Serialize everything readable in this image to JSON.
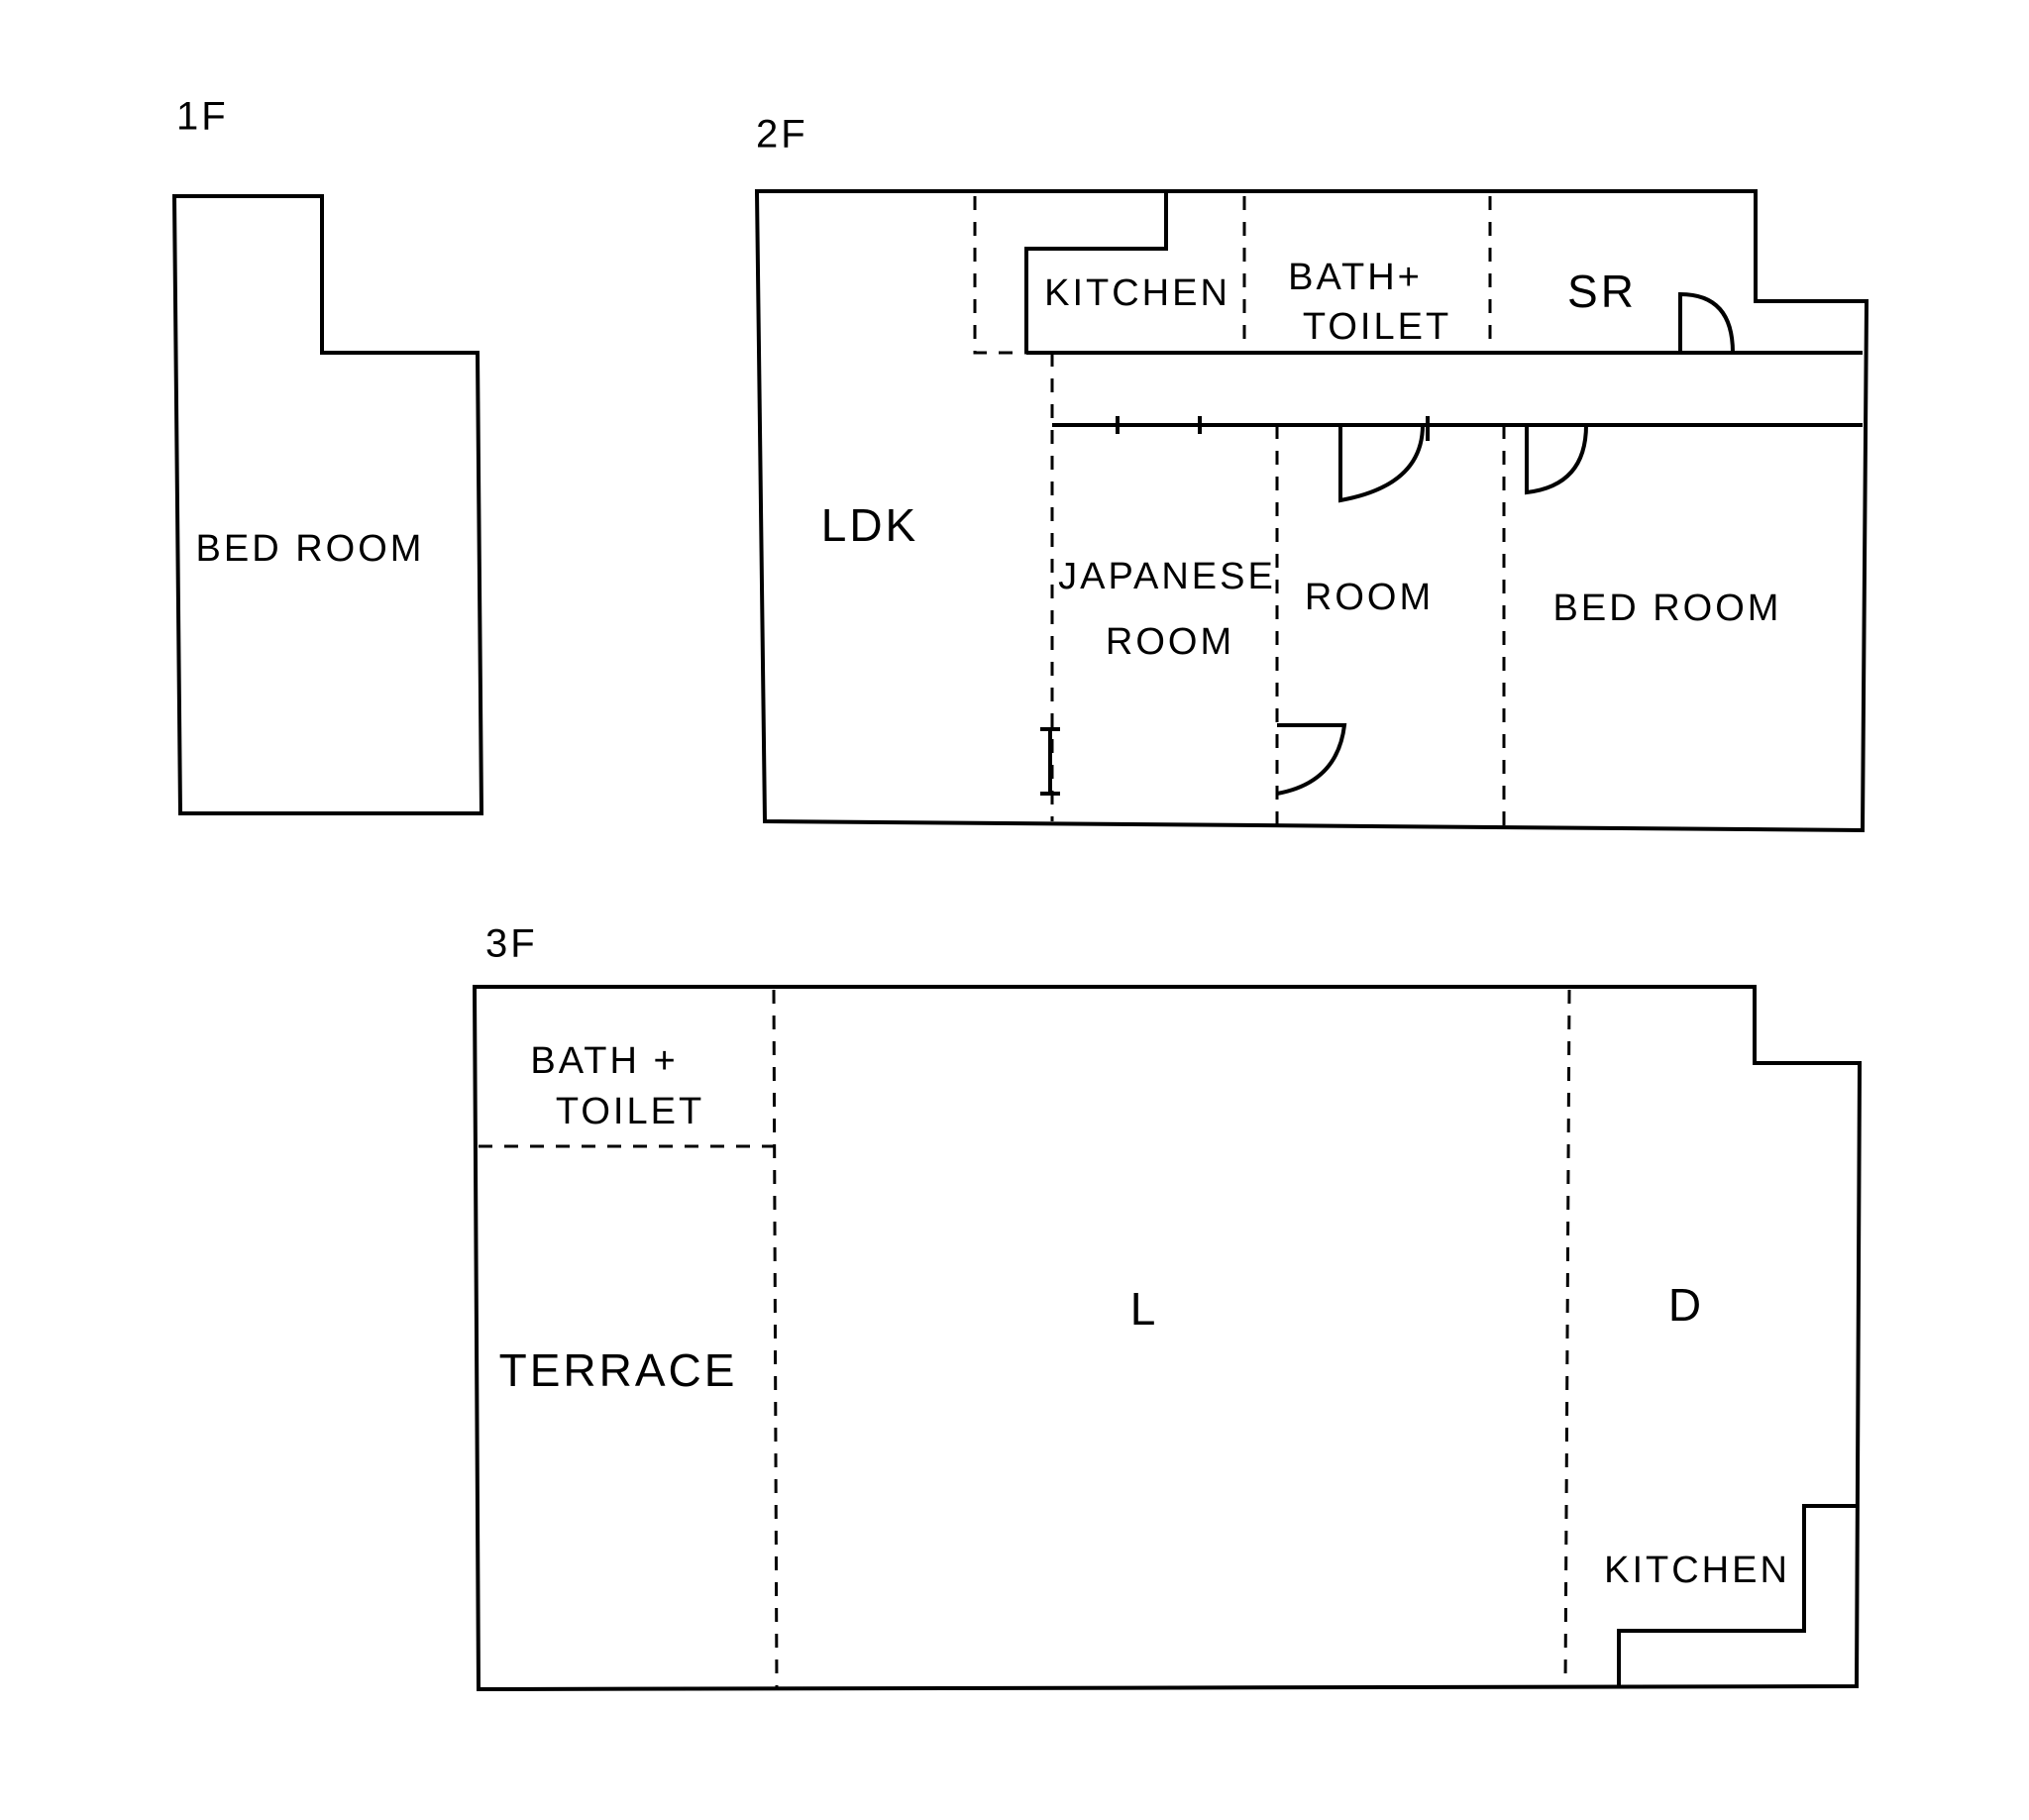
{
  "floors": {
    "f1": {
      "label": "1F",
      "rooms": {
        "bedroom": "BED ROOM"
      }
    },
    "f2": {
      "label": "2F",
      "rooms": {
        "ldk": "LDK",
        "kitchen": "KITCHEN",
        "bath_line1": "BATH+",
        "bath_line2": "TOILET",
        "sr": "SR",
        "japanese_line1": "JAPANESE",
        "japanese_line2": "ROOM",
        "room": "ROOM",
        "bedroom": "BED ROOM"
      }
    },
    "f3": {
      "label": "3F",
      "rooms": {
        "bath_line1": "BATH +",
        "bath_line2": "TOILET",
        "terrace": "TERRACE",
        "living": "L",
        "dining": "D",
        "kitchen": "KITCHEN"
      }
    }
  }
}
